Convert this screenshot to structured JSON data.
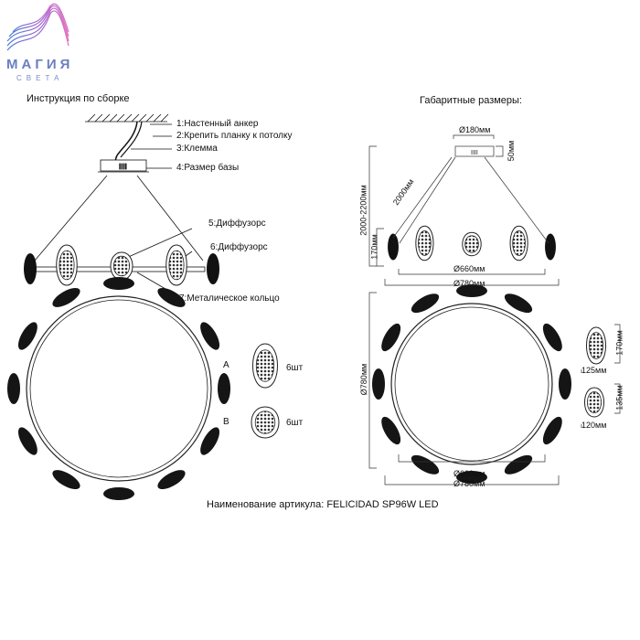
{
  "logo": {
    "line1": "МАГИЯ",
    "line2": "СВЕТА"
  },
  "assembly": {
    "title": "Инструкция по сборке",
    "labels": [
      "1:Настенный анкер",
      "2:Крепить планку к потолку",
      "3:Клемма",
      "4:Размер базы",
      "5:Диффузорс",
      "6:Диффузорс",
      "7:Металическое кольцо"
    ],
    "parts": [
      {
        "letter": "A",
        "qty": "6шт"
      },
      {
        "letter": "B",
        "qty": "6шт"
      }
    ]
  },
  "dimensions": {
    "title": "Габаритные размеры:",
    "base_diameter": "Ø180мм",
    "base_height": "50мм",
    "cable": "2000мм",
    "total_height": "2000-2200мм",
    "lamp_height": "170мм",
    "ring_inner": "Ø660мм",
    "ring_outer": "Ø780мм",
    "top_inner": "Ø660мм",
    "top_outer": "Ø780мм",
    "top_side": "Ø780мм",
    "diffuser_a": {
      "width": "125мм",
      "height": "170мм"
    },
    "diffuser_b": {
      "width": "120мм",
      "height": "135мм"
    }
  },
  "caption": "Наименование артикула: FELICIDAD SP96W LED"
}
